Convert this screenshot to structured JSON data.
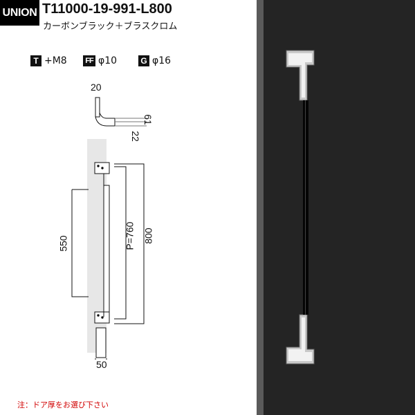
{
  "header": {
    "brand": "UNION",
    "model_number": "T11000-19-991-L800",
    "finish": "カーボンブラック＋ブラスクロム"
  },
  "specs": [
    {
      "code": "T",
      "icon_name": "thread-symbol-icon",
      "value": "+M8"
    },
    {
      "code": "FF",
      "icon_name": "fixing-symbol-icon",
      "value": "φ10"
    },
    {
      "code": "G",
      "icon_name": "grip-symbol-icon",
      "value": "φ16"
    }
  ],
  "diagram": {
    "dimensions": {
      "offset_top": "20",
      "depth": "61",
      "grip_offset": "22",
      "grip_length": "550",
      "pitch": "P=760",
      "overall": "800",
      "base_width": "50"
    }
  },
  "note": "注：ドア厚をお選び下さい",
  "colors": {
    "note_red": "#d10000",
    "photo_panel": "#1b1b1b",
    "photo_frame": "#5a5a5a",
    "drawing_stroke": "#111111"
  }
}
